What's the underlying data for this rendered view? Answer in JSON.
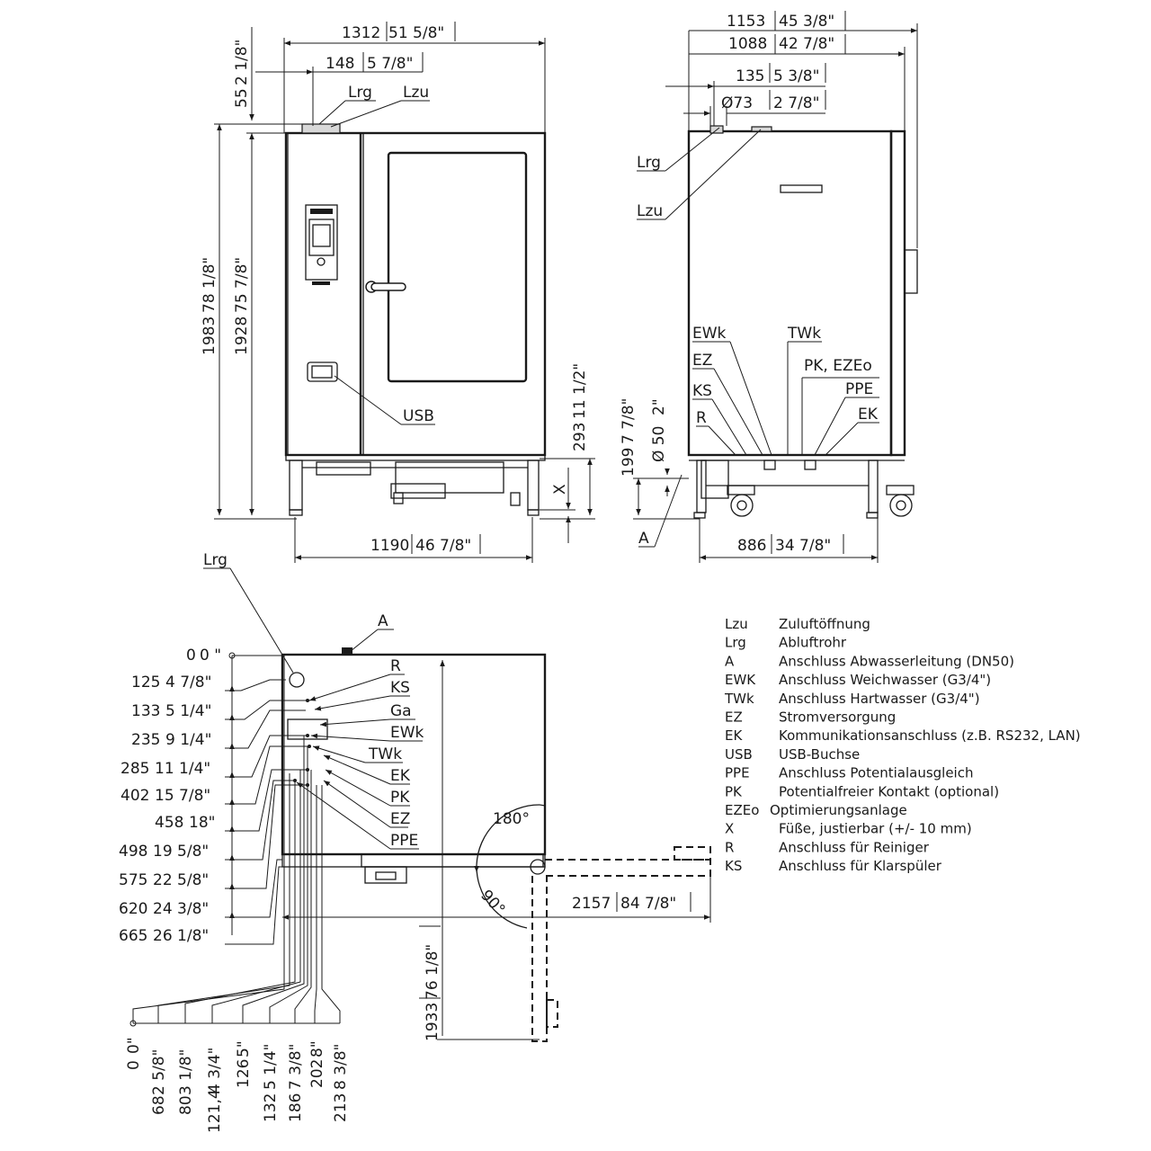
{
  "front_view": {
    "dims": {
      "width_total": "1312",
      "width_total_in": "51 5/8\"",
      "flue_offset": "148",
      "flue_offset_in": "5 7/8\"",
      "flue_height": "55",
      "flue_height_in": "2 1/8\"",
      "height_total": "1983",
      "height_total_in": "78 1/8\"",
      "height_body": "1928",
      "height_body_in": "75 7/8\"",
      "drain_height": "293",
      "drain_height_in": "11 1/2\"",
      "feet_width": "1190",
      "feet_width_in": "46 7/8\"",
      "feet_adjust": "X"
    },
    "labels": {
      "lrg": "Lrg",
      "lzu": "Lzu",
      "usb": "USB"
    }
  },
  "side_view": {
    "dims": {
      "depth_total": "1153",
      "depth_total_in": "45 3/8\"",
      "depth_body": "1088",
      "depth_body_in": "42 7/8\"",
      "flue_pos": "135",
      "flue_pos_in": "5 3/8\"",
      "flue_dia": "Ø73",
      "flue_dia_in": "2 7/8\"",
      "drain_height": "199",
      "drain_height_in": "7 7/8\"",
      "drain_dia": "Ø 50",
      "drain_dia_in": "2\"",
      "feet_depth": "886",
      "feet_depth_in": "34 7/8\""
    },
    "labels": {
      "lrg": "Lrg",
      "lzu": "Lzu",
      "ewk": "EWk",
      "twk": "TWk",
      "ez": "EZ",
      "pk_ezeo": "PK, EZEo",
      "ks": "KS",
      "ppe": "PPE",
      "r": "R",
      "ek": "EK",
      "a": "A"
    }
  },
  "top_view": {
    "labels": {
      "lrg": "Lrg",
      "a": "A",
      "r": "R",
      "ks": "KS",
      "ga": "Ga",
      "ewk": "EWk",
      "twk": "TWk",
      "ek": "EK",
      "pk": "PK",
      "ez": "EZ",
      "ppe": "PPE"
    },
    "angle_open": "180°",
    "angle_quarter": "90°",
    "door_open_depth": "2157",
    "door_open_depth_in": "84 7/8\"",
    "door_open_width": "1933",
    "door_open_width_in": "76 1/8\"",
    "left_dims": [
      {
        "mm": "0",
        "in": "0 \""
      },
      {
        "mm": "125",
        "in": "4 7/8\""
      },
      {
        "mm": "133",
        "in": "5 1/4\""
      },
      {
        "mm": "235",
        "in": "9 1/4\""
      },
      {
        "mm": "285",
        "in": "11 1/4\""
      },
      {
        "mm": "402",
        "in": "15 7/8\""
      },
      {
        "mm": "458",
        "in": "18\""
      },
      {
        "mm": "498",
        "in": "19 5/8\""
      },
      {
        "mm": "575",
        "in": "22 5/8\""
      },
      {
        "mm": "620",
        "in": "24 3/8\""
      },
      {
        "mm": "665",
        "in": "26 1/8\""
      }
    ],
    "bottom_dims": [
      {
        "mm": "0",
        "in": "0\""
      },
      {
        "mm": "68",
        "in": "2 5/8\""
      },
      {
        "mm": "80",
        "in": "3 1/8\""
      },
      {
        "mm": "121,4",
        "in": "4 3/4\""
      },
      {
        "mm": "126",
        "in": "5\""
      },
      {
        "mm": "132",
        "in": "5 1/4\""
      },
      {
        "mm": "186",
        "in": "7 3/8\""
      },
      {
        "mm": "202",
        "in": "8\""
      },
      {
        "mm": "213",
        "in": "8 3/8\""
      }
    ]
  },
  "legend": [
    {
      "code": "Lzu",
      "text": "Zuluftöffnung"
    },
    {
      "code": "Lrg",
      "text": "Abluftrohr"
    },
    {
      "code": "A",
      "text": "Anschluss Abwasserleitung (DN50)"
    },
    {
      "code": "EWK",
      "text": "Anschluss Weichwasser (G3/4\")"
    },
    {
      "code": "TWk",
      "text": "Anschluss Hartwasser (G3/4\")"
    },
    {
      "code": "EZ",
      "text": "Stromversorgung"
    },
    {
      "code": "EK",
      "text": "Kommunikationsanschluss (z.B. RS232, LAN)"
    },
    {
      "code": "USB",
      "text": "USB-Buchse"
    },
    {
      "code": "PPE",
      "text": "Anschluss Potentialausgleich"
    },
    {
      "code": "PK",
      "text": "Potentialfreier Kontakt (optional)"
    },
    {
      "code": "EZEo",
      "text": "Optimierungsanlage"
    },
    {
      "code": "X",
      "text": "Füße, justierbar (+/- 10 mm)"
    },
    {
      "code": "R",
      "text": "Anschluss für Reiniger"
    },
    {
      "code": "KS",
      "text": "Anschluss für Klarspüler"
    }
  ]
}
